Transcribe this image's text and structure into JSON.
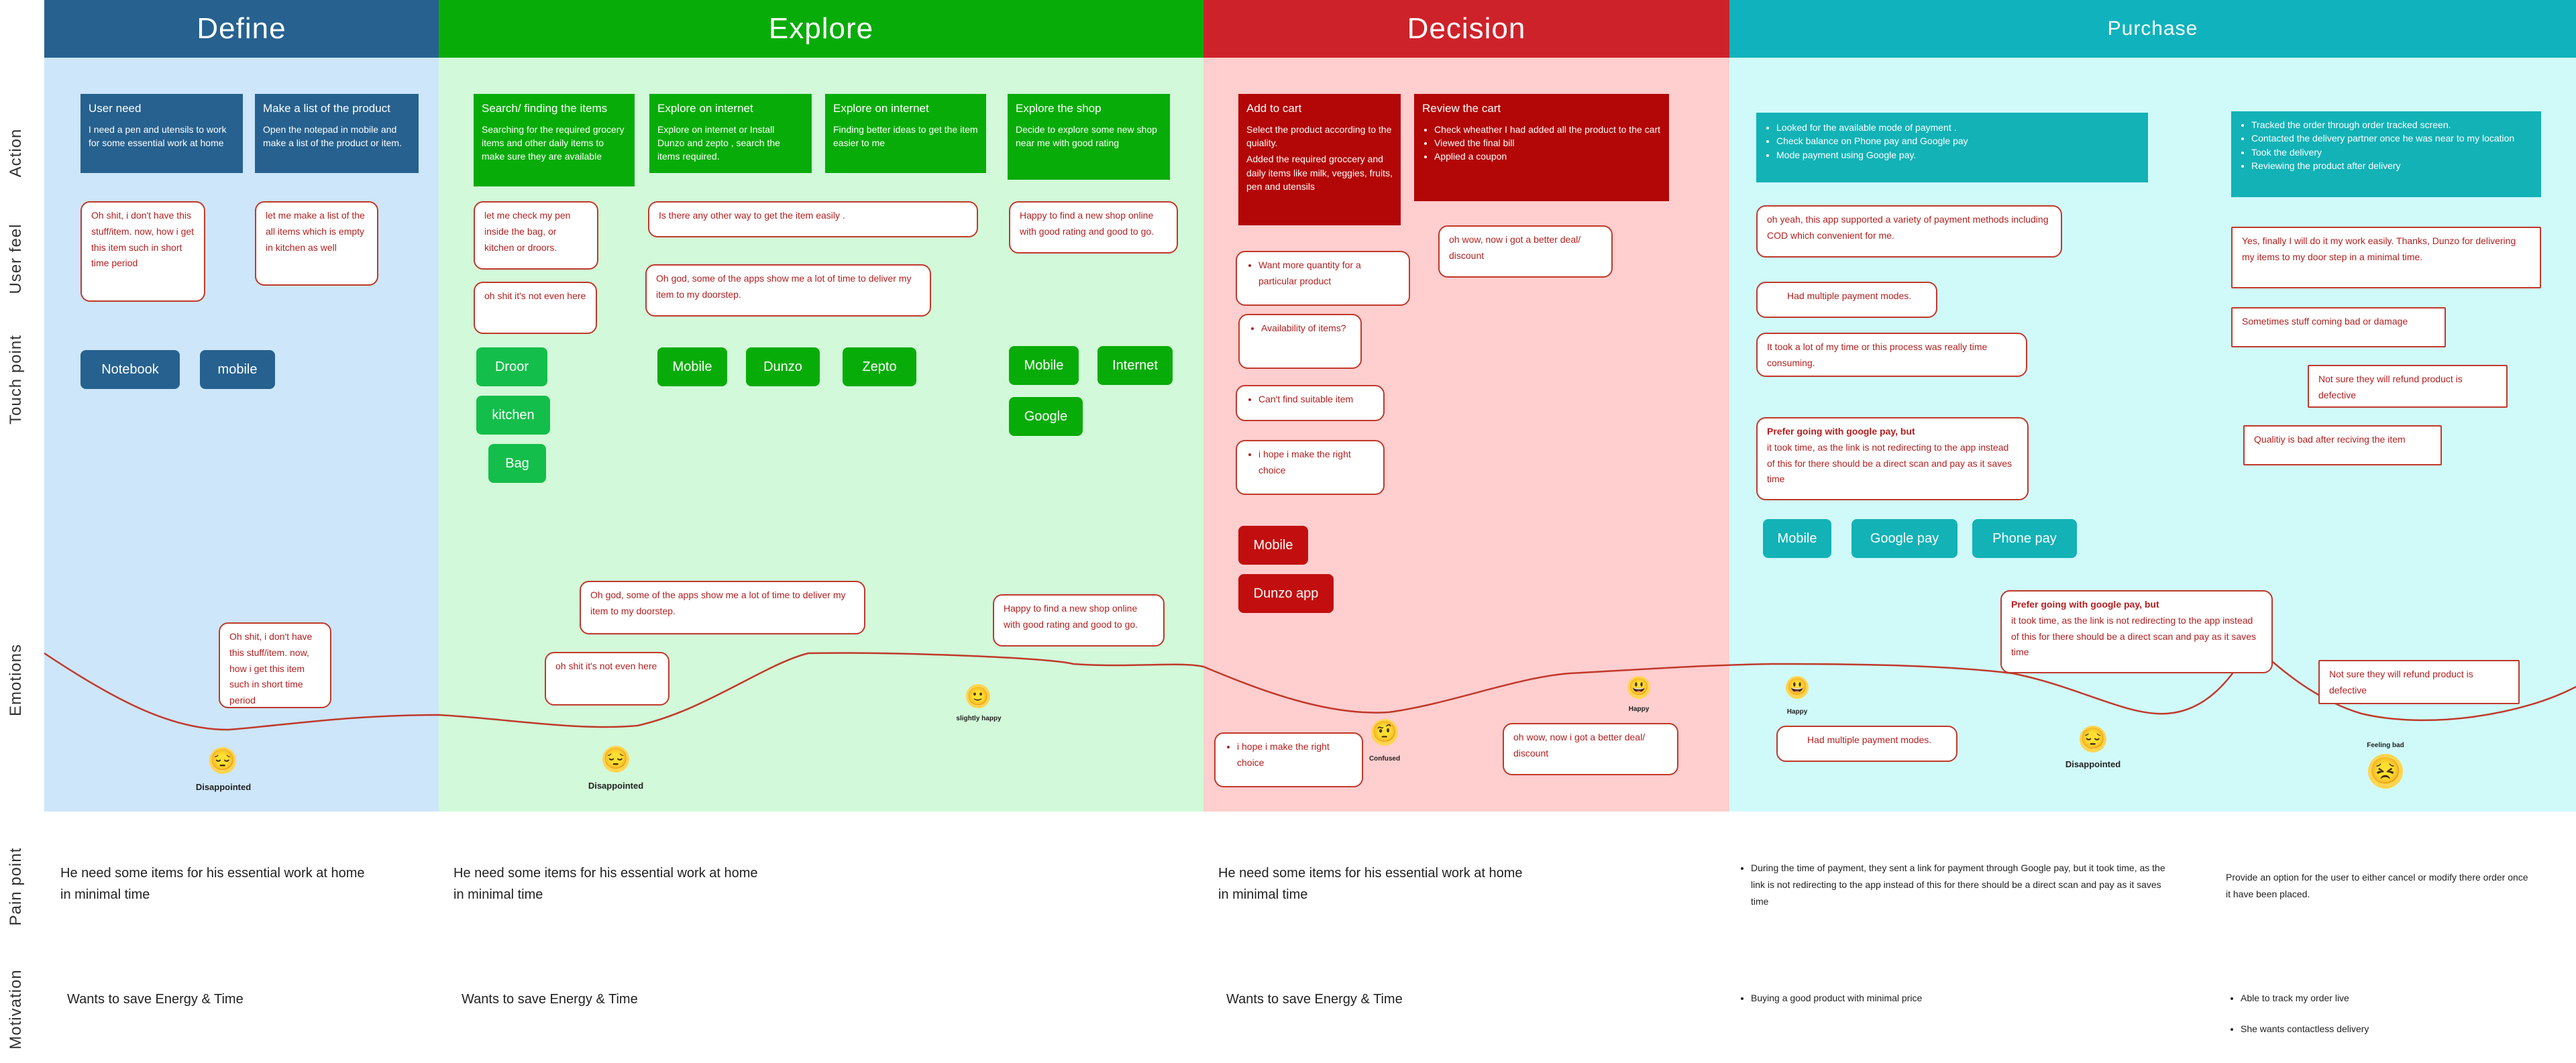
{
  "phases": {
    "define": {
      "title": "Define",
      "color": "#26618f",
      "bg": "#cde6f9"
    },
    "explore": {
      "title": "Explore",
      "color": "#08ac08",
      "bg": "#d2f9d9"
    },
    "decision": {
      "title": "Decision",
      "color": "#ce222a",
      "bg": "#ffcece"
    },
    "purchase": {
      "title": "Purchase",
      "color": "#10b3bd",
      "bg": "#d0fafa"
    }
  },
  "rows": {
    "action": "Action",
    "user_feel": "User feel",
    "touch_point": "Touch point",
    "emotions": "Emotions",
    "pain_point": "Pain point",
    "motivation": "Motivation"
  },
  "action_cards": {
    "user_need": {
      "title": "User need",
      "body": "I need a pen and utensils to work for some essential work at home"
    },
    "make_list": {
      "title": "Make a list of the product",
      "body": "Open the notepad in mobile and make a list of the product or item."
    },
    "search": {
      "title": "Search/ finding the items",
      "body": "Searching  for the required grocery items and other daily items to make sure they are available"
    },
    "explore_internet_1": {
      "title": "Explore on internet",
      "body": "Explore on internet  or Install Dunzo and zepto , search the items  required."
    },
    "explore_internet_2": {
      "title": "Explore on internet",
      "body": "Finding better ideas to get the item easier to me"
    },
    "explore_shop": {
      "title": "Explore the shop",
      "body": "Decide to explore some new shop near me with good rating"
    },
    "add_to_cart": {
      "title": "Add to cart",
      "body1": "Select the product according to the quiality.",
      "body2": "Added the required groccery and daily items like milk, veggies, fruits, pen and utensils"
    },
    "review_cart": {
      "title": "Review the cart",
      "items": [
        "Check wheather I had added all the product to the cart",
        "Viewed the final bill",
        "Applied a coupon"
      ]
    },
    "payment": {
      "items": [
        "Looked for the available mode of payment .",
        "Check balance on Phone pay and Google pay",
        "Mode payment using Google pay."
      ]
    },
    "tracking": {
      "items": [
        "Tracked the order through order tracked screen.",
        "Contacted the delivery partner once he was near to my location",
        "Took the delivery",
        "Reviewing the product after delivery"
      ]
    }
  },
  "feel_notes": {
    "define_1": "Oh shit, i don't have this stuff/item. now, how i get this item such in short time period",
    "define_2": "let me make a list of the all items which is empty in kitchen as well",
    "explore_1": "let me check my pen inside the bag, or kitchen or droors.",
    "explore_2": "oh shit it's not even here",
    "explore_3": "Is there any other way to get the item easily .",
    "explore_4": "Oh god, some of the apps show me a lot of time to deliver my item to my doorstep.",
    "explore_5": "Happy to find a new shop online  with  good rating and good to go.",
    "decision_1": "Want more quantity for a particular product",
    "decision_2": "Availability of items?",
    "decision_3": "Can't find suitable item",
    "decision_4": "i hope i make the right choice",
    "decision_5": "oh wow, now i got a better deal/ discount",
    "purchase_1": "oh yeah, this app supported  a variety of payment methods including COD which convenient for me.",
    "purchase_2": "Had multiple payment modes.",
    "purchase_3": "It took a lot of my time or this process was really time consuming.",
    "purchase_4_title": "Prefer going with google pay, but",
    "purchase_4_body": " it took time, as the link is not redirecting to the app instead of this for there should be a direct scan and pay as it saves time",
    "purchase_5": "Yes, finally I will do it my work easily. Thanks, Dunzo for delivering my items to my door step in a minimal time.",
    "purchase_6": "Sometimes stuff coming bad or damage",
    "purchase_7": "Not sure they will refund product is defective",
    "purchase_8": "Qualitiy is bad after reciving the item"
  },
  "touch_points": {
    "define": [
      "Notebook",
      "mobile"
    ],
    "explore_a": [
      "Droor",
      "kitchen",
      "Bag"
    ],
    "explore_b": [
      "Mobile",
      "Dunzo",
      "Zepto"
    ],
    "explore_c": [
      "Mobile",
      "Internet",
      "Google"
    ],
    "decision": [
      "Mobile",
      "Dunzo app"
    ],
    "purchase": [
      "Mobile",
      "Google pay",
      "Phone pay"
    ]
  },
  "emotion_notes": {
    "define": "Oh shit, i don't have this stuff/item. now, how i get this item such in short time period",
    "explore_1": "Oh god, some of the apps show me a lot of time to deliver my item to my doorstep.",
    "explore_2": "oh shit it's not even here",
    "explore_3": "Happy to find a new shop online  with  good rating and good to go.",
    "decision_1": "i hope i make the right choice",
    "decision_2": "oh wow, now i got a better deal/ discount",
    "purchase_1": "Had multiple payment modes.",
    "purchase_2_title": "Prefer going with google pay, but",
    "purchase_2_body": " it took time, as the link is not redirecting to the app instead of this for there should be a direct scan and pay as it saves time",
    "purchase_3": "Not sure they will refund product is defective"
  },
  "emotion_labels": {
    "disappointed_1": "Disappointed",
    "disappointed_2": "Disappointed",
    "slightly_happy": "slightly happy",
    "confused": "Confused",
    "happy_1": "Happy",
    "happy_2": "Happy",
    "disappointed_3": "Disappointed",
    "feeling_bad": "Feeling bad"
  },
  "emoji_icons": {
    "disappointed": "😔",
    "slightly_happy": "🙂",
    "confused": "🤨",
    "happy": "😃",
    "feeling_bad": "😣"
  },
  "pain_points": {
    "define": "He need some items for his essential work at home in minimal time",
    "explore": "He need some items for his essential work at home in minimal time",
    "decision": "He need some items for his essential work at home in minimal time",
    "purchase_1": "During the time of payment, they sent a link for payment through Google pay, but it took time, as the link is not redirecting to the app instead of this for there should be a direct scan and pay as it saves time",
    "purchase_2": "Provide an option for the user to either cancel or modify there order once it have been placed."
  },
  "motivations": {
    "define": "Wants to save  Energy & Time",
    "explore": "Wants to save  Energy & Time",
    "decision": "Wants to save  Energy & Time",
    "purchase_1": "Buying a good product with minimal price",
    "purchase_2": "Able to track my order live",
    "purchase_3": "She wants contactless delivery"
  },
  "colors": {
    "emotion_line": "#c0392b",
    "note_border": "#c0392b",
    "note_text": "#b41e1e",
    "tp_define": "#26618f",
    "tp_explore": "#14be4b",
    "tp_explore2": "#08ac08",
    "tp_decision": "#c20e0e",
    "tp_purchase": "#12b2b6",
    "card_decision": "#b30606"
  }
}
